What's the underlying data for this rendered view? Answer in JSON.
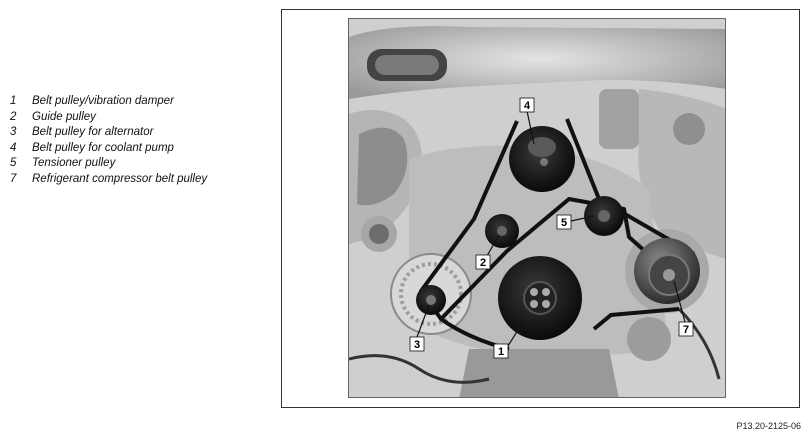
{
  "legend": [
    {
      "number": "1",
      "label": "Belt pulley/vibration damper"
    },
    {
      "number": "2",
      "label": "Guide pulley"
    },
    {
      "number": "3",
      "label": "Belt pulley for alternator"
    },
    {
      "number": "4",
      "label": "Belt pulley for coolant pump"
    },
    {
      "number": "5",
      "label": "Tensioner pulley"
    },
    {
      "number": "7",
      "label": "Refrigerant compressor belt pulley"
    }
  ],
  "callouts": [
    "4",
    "5",
    "2",
    "3",
    "1",
    "7"
  ],
  "reference_code": "P13.20-2125-06"
}
